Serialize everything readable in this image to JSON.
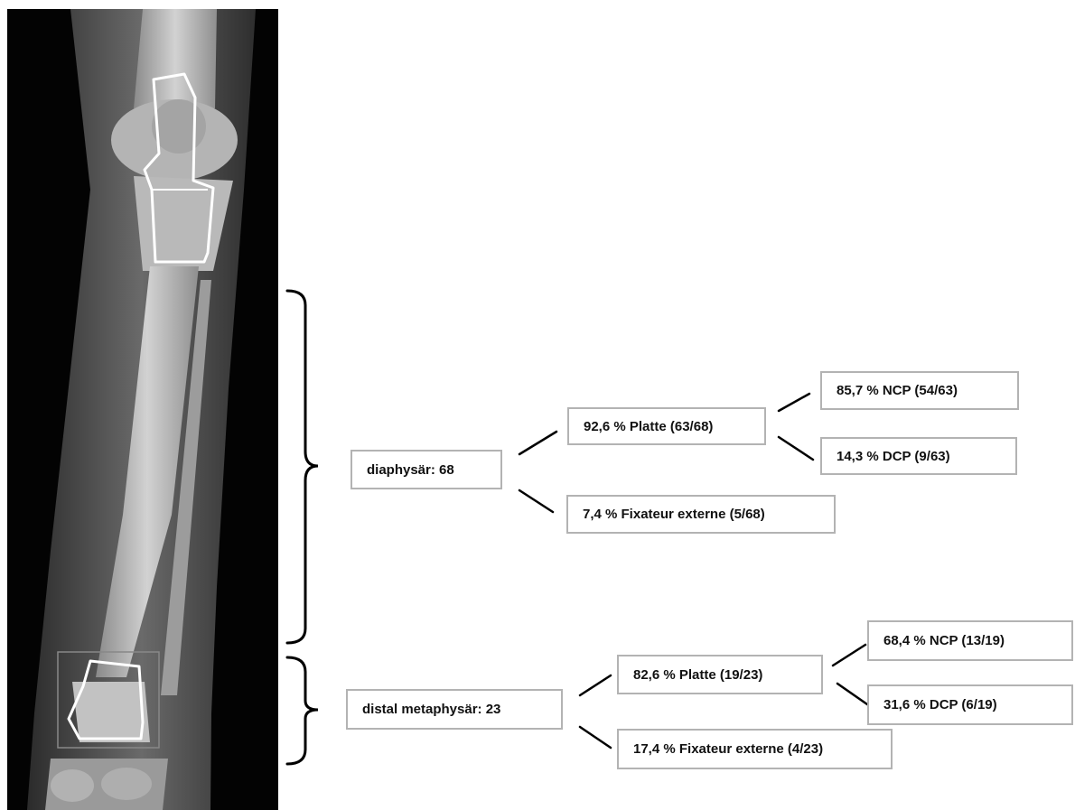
{
  "tree": [
    {
      "region": "diaphysär: 68",
      "branches": [
        {
          "label": "92,6 % Platte (63/68)",
          "children": [
            "85,7 % NCP (54/63)",
            "14,3 % DCP (9/63)"
          ]
        },
        {
          "label": "7,4 % Fixateur externe (5/68)",
          "children": []
        }
      ]
    },
    {
      "region": "distal metaphysär: 23",
      "branches": [
        {
          "label": "82,6 % Platte (19/23)",
          "children": [
            "68,4 % NCP (13/19)",
            "31,6 % DCP (6/19)"
          ]
        },
        {
          "label": "17,4 % Fixateur externe (4/23)",
          "children": []
        }
      ]
    }
  ],
  "colors": {
    "box_border": "#b3b3b3",
    "connector": "#000000",
    "xray_background": "#030303",
    "fracture_outline": "#ffffff"
  }
}
